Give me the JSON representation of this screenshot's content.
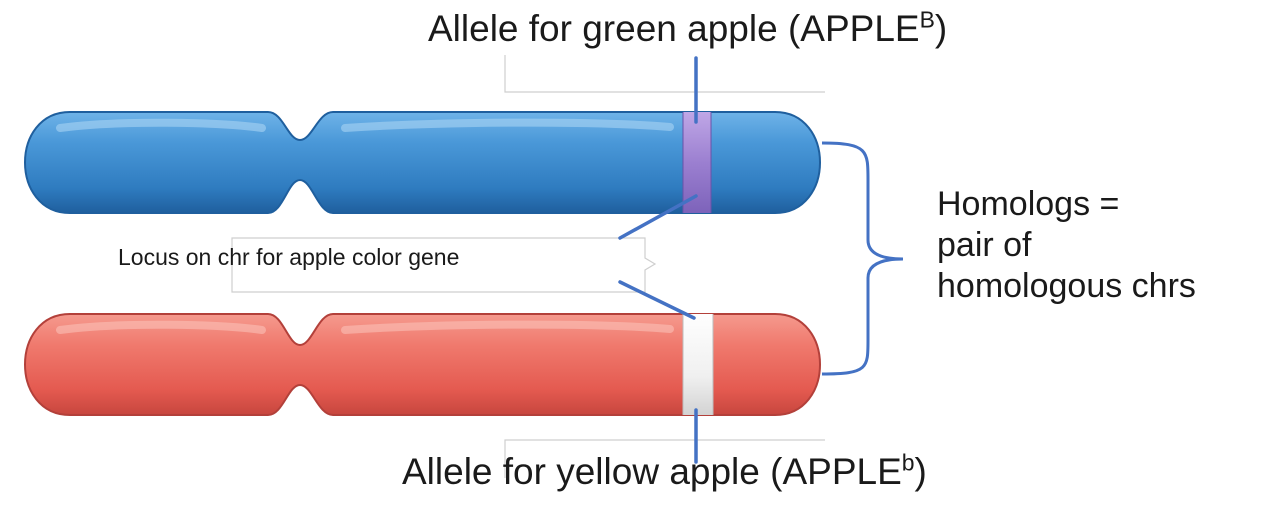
{
  "labels": {
    "allele_b_text": "Allele for green apple (APPLE",
    "allele_b_sup": "B",
    "allele_b_close": ")",
    "allele_little_b_text": "Allele for yellow apple (APPLE",
    "allele_little_b_sup": "b",
    "allele_little_b_close": ")",
    "locus": "Locus on chr for apple color gene",
    "homologs_line1": "Homologs =",
    "homologs_line2": "pair of",
    "homologs_line3": "homologous chrs"
  },
  "colors": {
    "chromosome_top": "#3a86c8",
    "chromosome_bottom": "#e8625a",
    "band_top": "#9b7fd0",
    "band_bottom": "#f2f2f2",
    "pointer_lines": "#4472c4"
  }
}
